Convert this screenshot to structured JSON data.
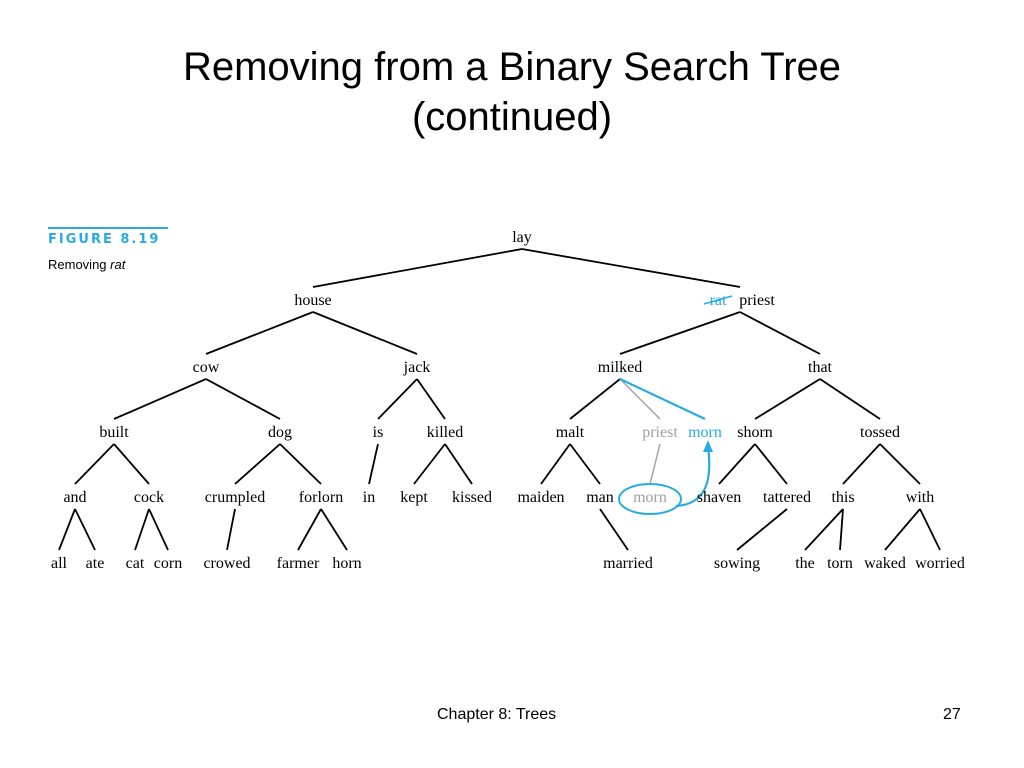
{
  "slide": {
    "title_line1": "Removing from a Binary Search Tree",
    "title_line2": "(continued)",
    "footer": "Chapter 8: Trees",
    "page_number": "27"
  },
  "figure": {
    "label": "FIGURE 8.19",
    "caption_prefix": "Removing ",
    "caption_word": "rat",
    "accent_color": "#29abe2",
    "faded_color": "#a0a0a0"
  },
  "tree": {
    "nodes": [
      {
        "id": "lay",
        "label": "lay"
      },
      {
        "id": "house",
        "label": "house"
      },
      {
        "id": "rat",
        "label": "rat",
        "style": "struck"
      },
      {
        "id": "priest",
        "label": "priest"
      },
      {
        "id": "cow",
        "label": "cow"
      },
      {
        "id": "jack",
        "label": "jack"
      },
      {
        "id": "milked",
        "label": "milked"
      },
      {
        "id": "that",
        "label": "that"
      },
      {
        "id": "built",
        "label": "built"
      },
      {
        "id": "dog",
        "label": "dog"
      },
      {
        "id": "is",
        "label": "is"
      },
      {
        "id": "killed",
        "label": "killed"
      },
      {
        "id": "malt",
        "label": "malt"
      },
      {
        "id": "priest_old",
        "label": "priest",
        "style": "faded"
      },
      {
        "id": "morn_new",
        "label": "morn",
        "style": "accent"
      },
      {
        "id": "shorn",
        "label": "shorn"
      },
      {
        "id": "tossed",
        "label": "tossed"
      },
      {
        "id": "and",
        "label": "and"
      },
      {
        "id": "cock",
        "label": "cock"
      },
      {
        "id": "crumpled",
        "label": "crumpled"
      },
      {
        "id": "forlorn",
        "label": "forlorn"
      },
      {
        "id": "in",
        "label": "in"
      },
      {
        "id": "kept",
        "label": "kept"
      },
      {
        "id": "kissed",
        "label": "kissed"
      },
      {
        "id": "maiden",
        "label": "maiden"
      },
      {
        "id": "man",
        "label": "man"
      },
      {
        "id": "morn_old",
        "label": "morn",
        "style": "faded"
      },
      {
        "id": "shaven",
        "label": "shaven"
      },
      {
        "id": "tattered",
        "label": "tattered"
      },
      {
        "id": "this",
        "label": "this"
      },
      {
        "id": "with",
        "label": "with"
      },
      {
        "id": "all",
        "label": "all"
      },
      {
        "id": "ate",
        "label": "ate"
      },
      {
        "id": "cat",
        "label": "cat"
      },
      {
        "id": "corn",
        "label": "corn"
      },
      {
        "id": "crowed",
        "label": "crowed"
      },
      {
        "id": "farmer",
        "label": "farmer"
      },
      {
        "id": "horn",
        "label": "horn"
      },
      {
        "id": "married",
        "label": "married"
      },
      {
        "id": "sowing",
        "label": "sowing"
      },
      {
        "id": "the",
        "label": "the"
      },
      {
        "id": "torn",
        "label": "torn"
      },
      {
        "id": "waked",
        "label": "waked"
      },
      {
        "id": "worried",
        "label": "worried"
      }
    ],
    "edges": [
      {
        "from": "lay",
        "to": "house"
      },
      {
        "from": "lay",
        "to": "priest"
      },
      {
        "from": "house",
        "to": "cow"
      },
      {
        "from": "house",
        "to": "jack"
      },
      {
        "from": "priest",
        "to": "milked"
      },
      {
        "from": "priest",
        "to": "that"
      },
      {
        "from": "cow",
        "to": "built"
      },
      {
        "from": "cow",
        "to": "dog"
      },
      {
        "from": "jack",
        "to": "is"
      },
      {
        "from": "jack",
        "to": "killed"
      },
      {
        "from": "milked",
        "to": "malt"
      },
      {
        "from": "milked",
        "to": "priest_old",
        "style": "faded"
      },
      {
        "from": "milked",
        "to": "morn_new",
        "style": "accent"
      },
      {
        "from": "that",
        "to": "shorn"
      },
      {
        "from": "that",
        "to": "tossed"
      },
      {
        "from": "built",
        "to": "and"
      },
      {
        "from": "built",
        "to": "cock"
      },
      {
        "from": "dog",
        "to": "crumpled"
      },
      {
        "from": "dog",
        "to": "forlorn"
      },
      {
        "from": "is",
        "to": "in"
      },
      {
        "from": "killed",
        "to": "kept"
      },
      {
        "from": "killed",
        "to": "kissed"
      },
      {
        "from": "malt",
        "to": "maiden"
      },
      {
        "from": "malt",
        "to": "man"
      },
      {
        "from": "priest_old",
        "to": "morn_old",
        "style": "faded"
      },
      {
        "from": "shorn",
        "to": "shaven"
      },
      {
        "from": "shorn",
        "to": "tattered"
      },
      {
        "from": "tossed",
        "to": "this"
      },
      {
        "from": "tossed",
        "to": "with"
      },
      {
        "from": "and",
        "to": "all"
      },
      {
        "from": "and",
        "to": "ate"
      },
      {
        "from": "cock",
        "to": "cat"
      },
      {
        "from": "cock",
        "to": "corn"
      },
      {
        "from": "crumpled",
        "to": "crowed"
      },
      {
        "from": "forlorn",
        "to": "farmer"
      },
      {
        "from": "forlorn",
        "to": "horn"
      },
      {
        "from": "man",
        "to": "married"
      },
      {
        "from": "tattered",
        "to": "sowing"
      },
      {
        "from": "this",
        "to": "the"
      },
      {
        "from": "this",
        "to": "torn"
      },
      {
        "from": "with",
        "to": "waked"
      },
      {
        "from": "with",
        "to": "worried"
      }
    ]
  }
}
